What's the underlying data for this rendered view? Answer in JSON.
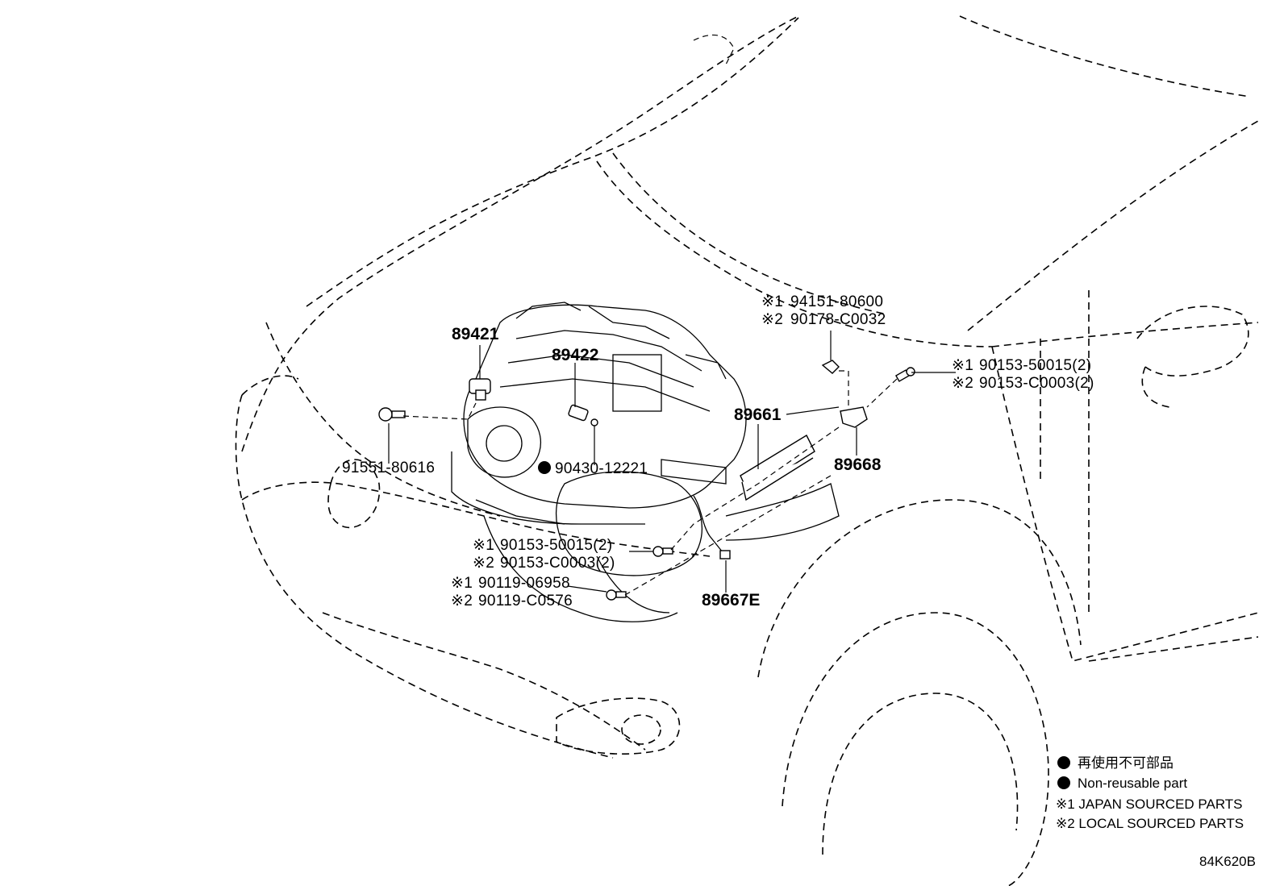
{
  "diagram": {
    "parts": {
      "p89421": "89421",
      "p89422": "89422",
      "p89661": "89661",
      "p89668": "89668",
      "p89667E": "89667E",
      "p91551": "91551-80616",
      "p90430": "90430-12221",
      "nut_j": "94151-80600",
      "nut_l": "90178-C0032",
      "bolt_r_j": "90153-50015(2)",
      "bolt_r_l": "90153-C0003(2)",
      "bolt_c_j": "90153-50015(2)",
      "bolt_c_l": "90153-C0003(2)",
      "bolt_b_j": "90119-06958",
      "bolt_b_l": "90119-C0576"
    },
    "marks": {
      "m1": "※1",
      "m2": "※2"
    },
    "legend": {
      "jp": "再使用不可部品",
      "en": "Non-reusable part",
      "japan": "※1 JAPAN SOURCED PARTS",
      "local": "※2 LOCAL SOURCED PARTS"
    },
    "code": "84K620B"
  }
}
